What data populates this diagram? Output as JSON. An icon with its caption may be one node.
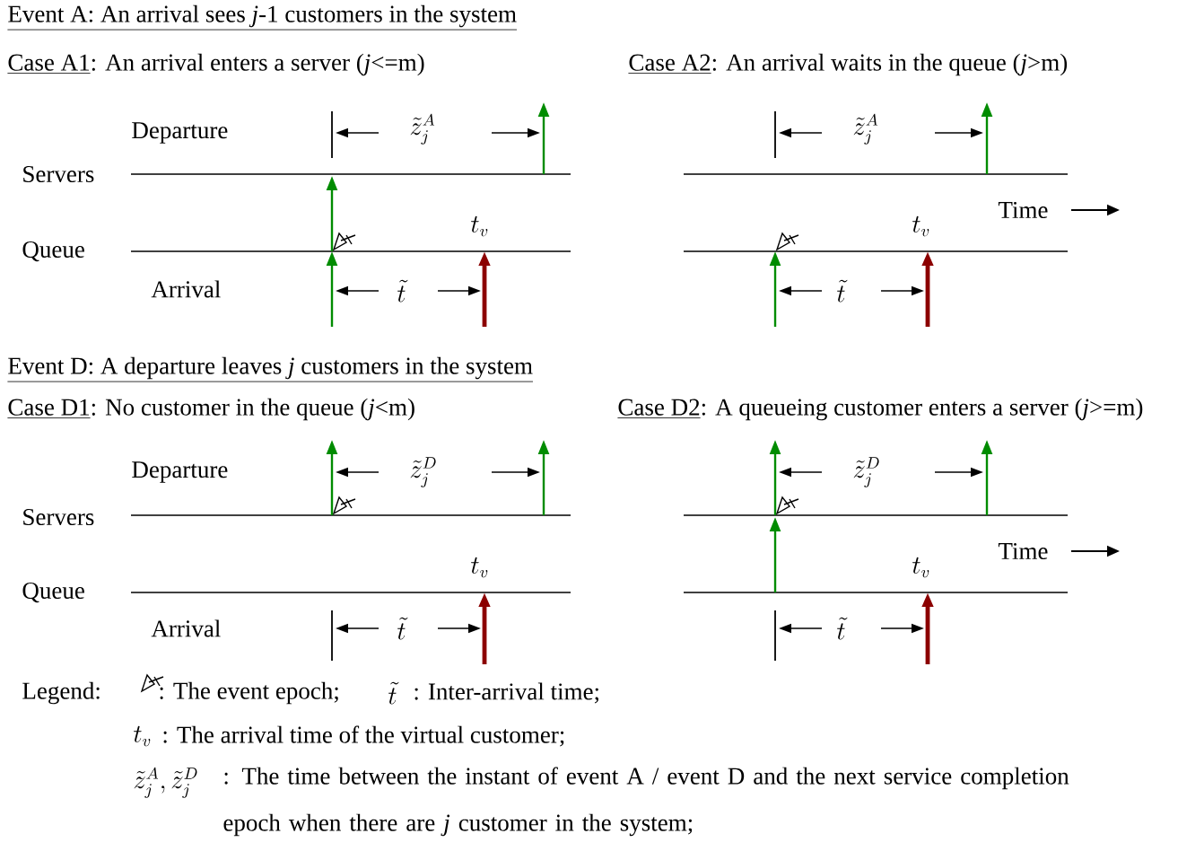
{
  "diagram": {
    "labels": [
      "Event A: An arrival sees *j*-1 customers in the system",
      "Case A1",
      ": An arrival enters a server (*j*<=m)",
      "Case A2",
      ": An arrival waits in the queue (*j*>m)",
      "Departure",
      "\\tilde{z}_j^A",
      "\\tilde{z}_j^A",
      "Servers",
      "Time",
      "Queue",
      "t_v",
      "t_v",
      "Arrival",
      "\\tilde{t}",
      "\\tilde{t}",
      "Event D: A departure leaves *j* customers in the system",
      "Case D1",
      ": No customer in the queue (*j*<m)",
      "Case D2",
      ": A queueing customer enters a server (*j*>=m)",
      "Departure",
      "\\tilde{z}_j^D",
      "\\tilde{z}_j^D",
      "Servers",
      "Time",
      "Queue",
      "t_v",
      "t_v",
      "Arrival",
      "\\tilde{t}",
      "\\tilde{t}",
      "Legend:",
      ": The event epoch;",
      "\\tilde{t}",
      ": Inter-arrival time;",
      "t_v",
      ": The arrival time of the virtual customer;",
      "\\tilde{z}_j^A,\\tilde{z}_j^D",
      ": The time between the instant of event A / event D and the next service completion epoch when there are *j* customer in the system;"
    ]
  }
}
